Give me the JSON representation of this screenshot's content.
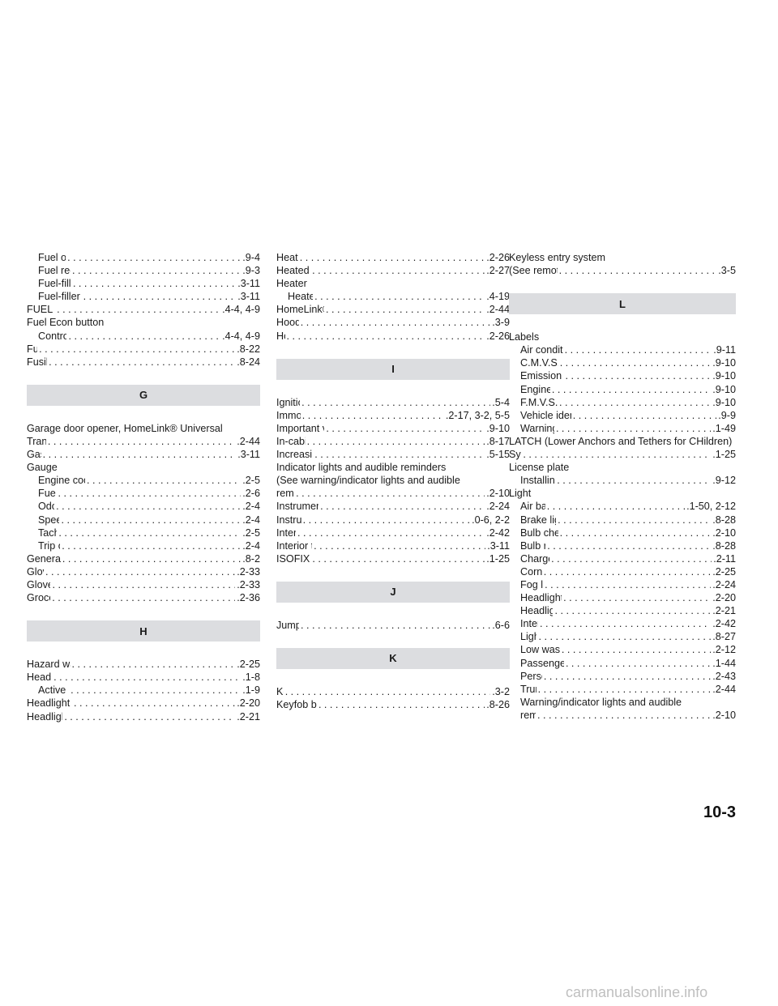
{
  "columns": [
    {
      "id": "col1",
      "blocks": [
        {
          "type": "entries",
          "items": [
            {
              "indent": 1,
              "label": "Fuel octane rating",
              "page": ".9-4"
            },
            {
              "indent": 1,
              "label": "Fuel recommendation",
              "page": ".9-3"
            },
            {
              "indent": 1,
              "label": "Fuel-filler door and cap",
              "page": ".3-11"
            },
            {
              "indent": 1,
              "label": "Fuel-filler door lock opener lever",
              "page": ".3-11"
            },
            {
              "indent": 0,
              "label": "FUEL ECON button",
              "page": ".4-4, 4-9"
            },
            {
              "indent": 0,
              "label": "Fuel Econ button",
              "page": ""
            },
            {
              "indent": 1,
              "label": "Control panel buttons",
              "page": ".4-4, 4-9"
            },
            {
              "indent": 0,
              "label": "Fuses",
              "page": ".8-22"
            },
            {
              "indent": 0,
              "label": "Fusible links",
              "page": ".8-24"
            }
          ]
        },
        {
          "type": "header",
          "letter": "G"
        },
        {
          "type": "entries",
          "items": [
            {
              "indent": 0,
              "label": "Garage door opener, HomeLink® Universal",
              "page": ""
            },
            {
              "indent": 0,
              "label": "Transceiver",
              "page": ".2-44"
            },
            {
              "indent": 0,
              "label": "Gas cap",
              "page": ".3-11"
            },
            {
              "indent": 0,
              "label": "Gauge",
              "page": ""
            },
            {
              "indent": 1,
              "label": "Engine coolant temperature gauge",
              "page": ".2-5"
            },
            {
              "indent": 1,
              "label": "Fuel gauge",
              "page": ".2-6"
            },
            {
              "indent": 1,
              "label": "Odometer",
              "page": ".2-4"
            },
            {
              "indent": 1,
              "label": "Speedometer",
              "page": ".2-4"
            },
            {
              "indent": 1,
              "label": "Tachometer",
              "page": ".2-5"
            },
            {
              "indent": 1,
              "label": "Trip odometer",
              "page": ".2-4"
            },
            {
              "indent": 0,
              "label": "General maintenance",
              "page": ".8-2"
            },
            {
              "indent": 0,
              "label": "Glove box",
              "page": ".2-33"
            },
            {
              "indent": 0,
              "label": "Glove box lock",
              "page": ".2-33"
            },
            {
              "indent": 0,
              "label": "Grocery hooks",
              "page": ".2-36"
            }
          ]
        },
        {
          "type": "header",
          "letter": "H"
        },
        {
          "type": "entries",
          "items": [
            {
              "indent": 0,
              "label": "Hazard warning flasher switch",
              "page": ".2-25"
            },
            {
              "indent": 0,
              "label": "Head restraints",
              "page": ".1-8"
            },
            {
              "indent": 1,
              "label": "Active head restraint",
              "page": ".1-9"
            },
            {
              "indent": 0,
              "label": "Headlight and turn signal switch",
              "page": ".2-20"
            },
            {
              "indent": 0,
              "label": "Headlight control switch",
              "page": ".2-21"
            }
          ]
        }
      ]
    },
    {
      "id": "col2",
      "blocks": [
        {
          "type": "entries",
          "items": [
            {
              "indent": 0,
              "label": "Heated seats",
              "page": ".2-26"
            },
            {
              "indent": 0,
              "label": "Heated steering wheel",
              "page": ".2-27"
            },
            {
              "indent": 0,
              "label": "Heater",
              "page": ""
            },
            {
              "indent": 1,
              "label": "Heater operation",
              "page": ".4-19"
            },
            {
              "indent": 0,
              "label": "HomeLink® Universal Transceiver",
              "page": ".2-44"
            },
            {
              "indent": 0,
              "label": "Hood release",
              "page": ".3-9"
            },
            {
              "indent": 0,
              "label": "Horn",
              "page": ".2-26"
            }
          ]
        },
        {
          "type": "header",
          "letter": "I"
        },
        {
          "type": "entries",
          "items": [
            {
              "indent": 0,
              "label": "Ignition switch",
              "page": ".5-4"
            },
            {
              "indent": 0,
              "label": "Immobilizer system",
              "page": ".2-17, 3-2, 5-5"
            },
            {
              "indent": 0,
              "label": "Important vehicle information label",
              "page": ".9-10"
            },
            {
              "indent": 0,
              "label": "In-cabin microfilter",
              "page": ".8-17"
            },
            {
              "indent": 0,
              "label": "Increasing fuel economy",
              "page": ".5-15"
            },
            {
              "indent": 0,
              "label": "Indicator lights and audible reminders",
              "page": ""
            },
            {
              "indent": 0,
              "label": "(See warning/indicator lights and audible",
              "page": ""
            },
            {
              "indent": 0,
              "label": "reminders)",
              "page": ".2-10"
            },
            {
              "indent": 0,
              "label": "Instrument brightness control",
              "page": ".2-24"
            },
            {
              "indent": 0,
              "label": "Instrument panel",
              "page": ".0-6, 2-2"
            },
            {
              "indent": 0,
              "label": "Interior light",
              "page": ".2-42"
            },
            {
              "indent": 0,
              "label": "Interior trunk lid release",
              "page": ".3-11"
            },
            {
              "indent": 0,
              "label": "ISOFIX child restraints",
              "page": ".1-25"
            }
          ]
        },
        {
          "type": "header",
          "letter": "J"
        },
        {
          "type": "entries",
          "items": [
            {
              "indent": 0,
              "label": "Jump starting",
              "page": ".6-6"
            }
          ]
        },
        {
          "type": "header",
          "letter": "K"
        },
        {
          "type": "entries",
          "items": [
            {
              "indent": 0,
              "label": "Key",
              "page": ".3-2"
            },
            {
              "indent": 0,
              "label": "Keyfob battery replacement",
              "page": ".8-26"
            }
          ]
        }
      ]
    },
    {
      "id": "col3",
      "blocks": [
        {
          "type": "entries",
          "items": [
            {
              "indent": 0,
              "label": "Keyless entry system",
              "page": ""
            },
            {
              "indent": 0,
              "label": "(See remote keyless entry system)",
              "page": ".3-5"
            }
          ]
        },
        {
          "type": "header",
          "letter": "L"
        },
        {
          "type": "entries",
          "items": [
            {
              "indent": 0,
              "label": "Labels",
              "page": ""
            },
            {
              "indent": 1,
              "label": "Air conditioner specification label",
              "page": ".9-11"
            },
            {
              "indent": 1,
              "label": "C.M.V.S.S. certification label",
              "page": ".9-10"
            },
            {
              "indent": 1,
              "label": "Emission control information label",
              "page": ".9-10"
            },
            {
              "indent": 1,
              "label": "Engine serial number",
              "page": ".9-10"
            },
            {
              "indent": 1,
              "label": "F.M.V.S.S. certification label",
              "page": ".9-10"
            },
            {
              "indent": 1,
              "label": "Vehicle identification number (VIN) plate",
              "page": ".9-9"
            },
            {
              "indent": 1,
              "label": "Warning labels (for SRS)",
              "page": ".1-49"
            },
            {
              "indent": 0,
              "label": "LATCH (Lower Anchors and Tethers for CHildren)",
              "page": ""
            },
            {
              "indent": 0,
              "label": "System",
              "page": ".1-25"
            },
            {
              "indent": 0,
              "label": "License plate",
              "page": ""
            },
            {
              "indent": 1,
              "label": "Installing the license plate",
              "page": ".9-12"
            },
            {
              "indent": 0,
              "label": "Light",
              "page": ""
            },
            {
              "indent": 1,
              "label": "Air bag warning light",
              "page": ".1-50, 2-12"
            },
            {
              "indent": 1,
              "label": "Brake light (See stop light)",
              "page": ".8-28"
            },
            {
              "indent": 1,
              "label": "Bulb check/instrument panel",
              "page": ".2-10"
            },
            {
              "indent": 1,
              "label": "Bulb replacement",
              "page": ".8-28"
            },
            {
              "indent": 1,
              "label": "Charge warning light",
              "page": ".2-11"
            },
            {
              "indent": 1,
              "label": "Cornering light",
              "page": ".2-25"
            },
            {
              "indent": 1,
              "label": "Fog light switch",
              "page": ".2-24"
            },
            {
              "indent": 1,
              "label": "Headlight and turn signal switch",
              "page": ".2-20"
            },
            {
              "indent": 1,
              "label": "Headlight control switch",
              "page": ".2-21"
            },
            {
              "indent": 1,
              "label": "Interior light",
              "page": ".2-42"
            },
            {
              "indent": 1,
              "label": "Light bulbs",
              "page": ".8-27"
            },
            {
              "indent": 1,
              "label": "Low washer fluid warning light",
              "page": ".2-12"
            },
            {
              "indent": 1,
              "label": "Passenger air bag and status light",
              "page": ".1-44"
            },
            {
              "indent": 1,
              "label": "Personal lights",
              "page": ".2-43"
            },
            {
              "indent": 1,
              "label": "Trunk light",
              "page": ".2-44"
            },
            {
              "indent": 1,
              "label": "Warning/indicator lights and audible",
              "page": ""
            },
            {
              "indent": 1,
              "label": "reminders",
              "page": ".2-10"
            }
          ]
        }
      ]
    }
  ],
  "page_number": "10-3",
  "watermark": "carmanualsonline.info",
  "colors": {
    "header_band": "#dcdde0",
    "text": "#1a1a1a",
    "watermark": "#bfbfbf"
  }
}
